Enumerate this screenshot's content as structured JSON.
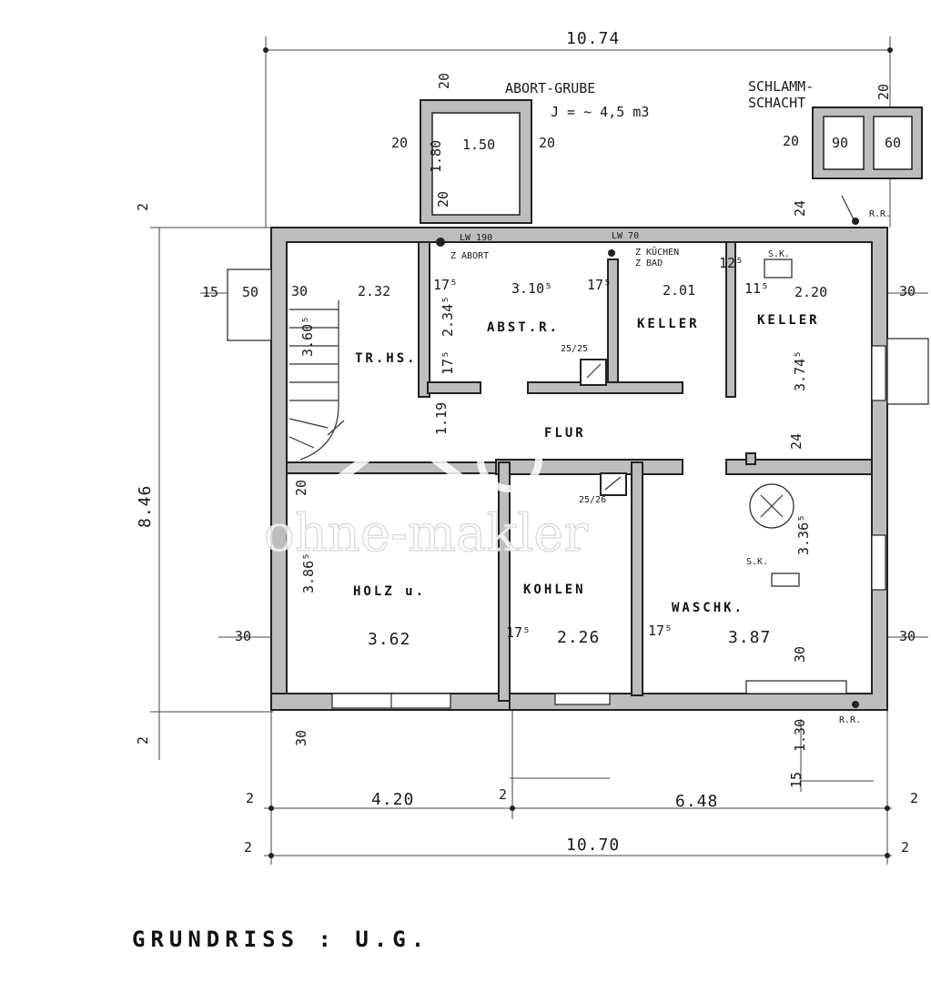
{
  "plan": {
    "title": "GRUNDRISS : U.G.",
    "watermark": "ohne-makler",
    "rooms": {
      "tr_hs": "TR.HS.",
      "abst_r": "ABST.R.",
      "keller_1": "KELLER",
      "keller_2": "KELLER",
      "flur": "FLUR",
      "holz": "HOLZ u.",
      "kohlen": "KOHLEN",
      "waschk": "WASCHK."
    },
    "notes": {
      "abort_grube": "ABORT-GRUBE",
      "volume": "J = ~ 4,5 m3",
      "schlamm": "SCHLAMM-",
      "schacht": "SCHACHT",
      "rr_top": "R.R.",
      "rr_bottom": "R.R.",
      "sk_top": "S.K.",
      "sk_bottom": "S.K.",
      "lw_190": "LW 190",
      "lw_70": "LW 70",
      "z_abort": "Z ABORT",
      "z_kuechen": "Z KÜCHEN",
      "z_bad": "Z BAD",
      "chimney_1": "25/25",
      "chimney_2": "25/26"
    },
    "dimensions": {
      "top_total": "10.74",
      "bottom_left": "4.20",
      "bottom_right": "6.48",
      "bottom_total": "10.70",
      "left_height": "8.46",
      "w_trhs": "2.32",
      "w_abst": "3.10⁵",
      "w_keller1": "2.01",
      "w_keller2": "2.20",
      "w_holz": "3.62",
      "w_kohlen": "2.26",
      "w_wasch": "3.87",
      "h_stair": "3.60⁵",
      "h_abst": "2.34⁵",
      "h_flur": "1.19",
      "h_keller": "3.74⁵",
      "h_holz": "3.86⁵",
      "h_wasch": "3.36⁵",
      "grube_w": "1.50",
      "grube_h": "1.80",
      "schacht_w": "90",
      "schacht_w2": "60",
      "w30a": "30",
      "w30b": "30",
      "w30c": "30",
      "w30d": "30",
      "w30e": "30",
      "w30f": "30",
      "w20a": "20",
      "w20b": "20",
      "w20c": "20",
      "w20d": "20",
      "w20e": "20",
      "w20f": "20",
      "w20g": "20",
      "w175a": "17⁵",
      "w175b": "17⁵",
      "w175c": "17⁵",
      "w175d": "17⁵",
      "w175e": "17⁵",
      "w115": "11⁵",
      "w125": "12⁵",
      "w24a": "24",
      "w24b": "24",
      "w15a": "15",
      "w15b": "15",
      "w50": "50",
      "w2a": "2",
      "w2b": "2",
      "w2c": "2",
      "w2d": "2",
      "w2e": "2",
      "w2f": "2",
      "w2g": "2",
      "h130": "1.30"
    }
  }
}
